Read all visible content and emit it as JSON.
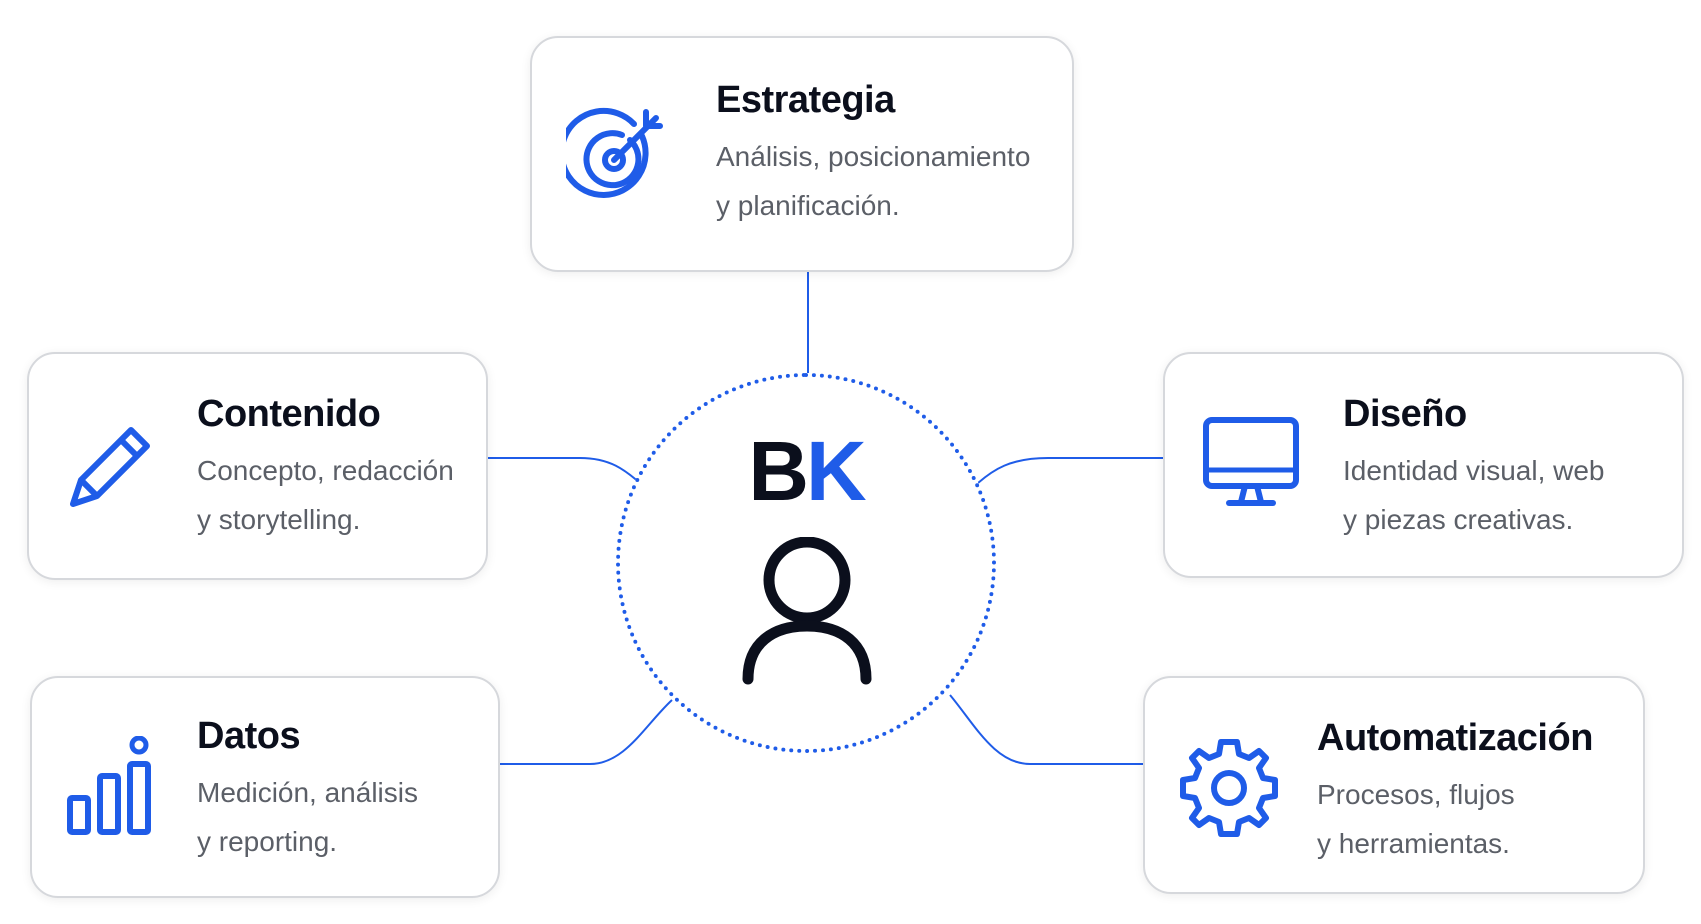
{
  "hub": {
    "logo_part1": "B",
    "logo_part2": "K",
    "icon": "person-icon"
  },
  "colors": {
    "accent": "#1f5ce8",
    "title": "#0b0f1c",
    "description": "#5b5f67",
    "card_border": "#d6d8dc"
  },
  "cards": {
    "estrategia": {
      "title": "Estrategia",
      "line1": "Análisis, posicionamiento",
      "line2": "y planificación.",
      "icon": "target-icon"
    },
    "contenido": {
      "title": "Contenido",
      "line1": "Concepto, redacción",
      "line2": "y storytelling.",
      "icon": "pencil-icon"
    },
    "diseno": {
      "title": "Diseño",
      "line1": "Identidad visual, web",
      "line2": "y piezas creativas.",
      "icon": "monitor-icon"
    },
    "datos": {
      "title": "Datos",
      "line1": "Medición, análisis",
      "line2": "y reporting.",
      "icon": "bar-chart-icon"
    },
    "automatizacion": {
      "title": "Automatización",
      "line1": "Procesos, flujos",
      "line2": "y herramientas.",
      "icon": "gear-icon"
    }
  }
}
